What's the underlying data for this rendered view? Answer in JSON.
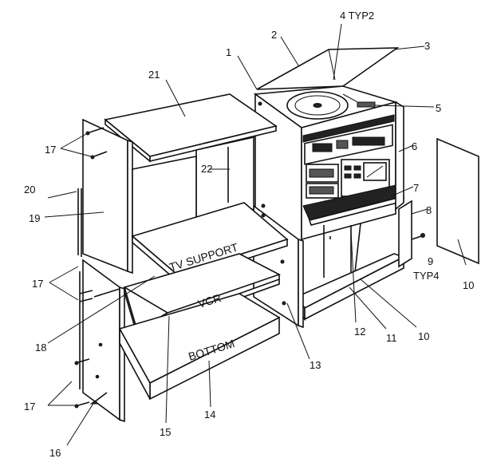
{
  "callouts": {
    "c1": "1",
    "c2": "2",
    "c3": "3",
    "c4": "4 TYP2",
    "c5": "5",
    "c6": "6",
    "c7": "7",
    "c8": "8",
    "c9": "9",
    "c9b": "TYP4",
    "c10a": "10",
    "c10b": "10",
    "c11": "11",
    "c12": "12",
    "c13": "13",
    "c14": "14",
    "c15": "15",
    "c16": "16",
    "c17a": "17",
    "c17b": "17",
    "c17c": "17",
    "c18": "18",
    "c19": "19",
    "c20": "20",
    "c21": "21",
    "c22": "22"
  },
  "shelves": {
    "tv": "TV SUPPORT",
    "vcr": "VCR",
    "bottom": "BOTTOM"
  }
}
